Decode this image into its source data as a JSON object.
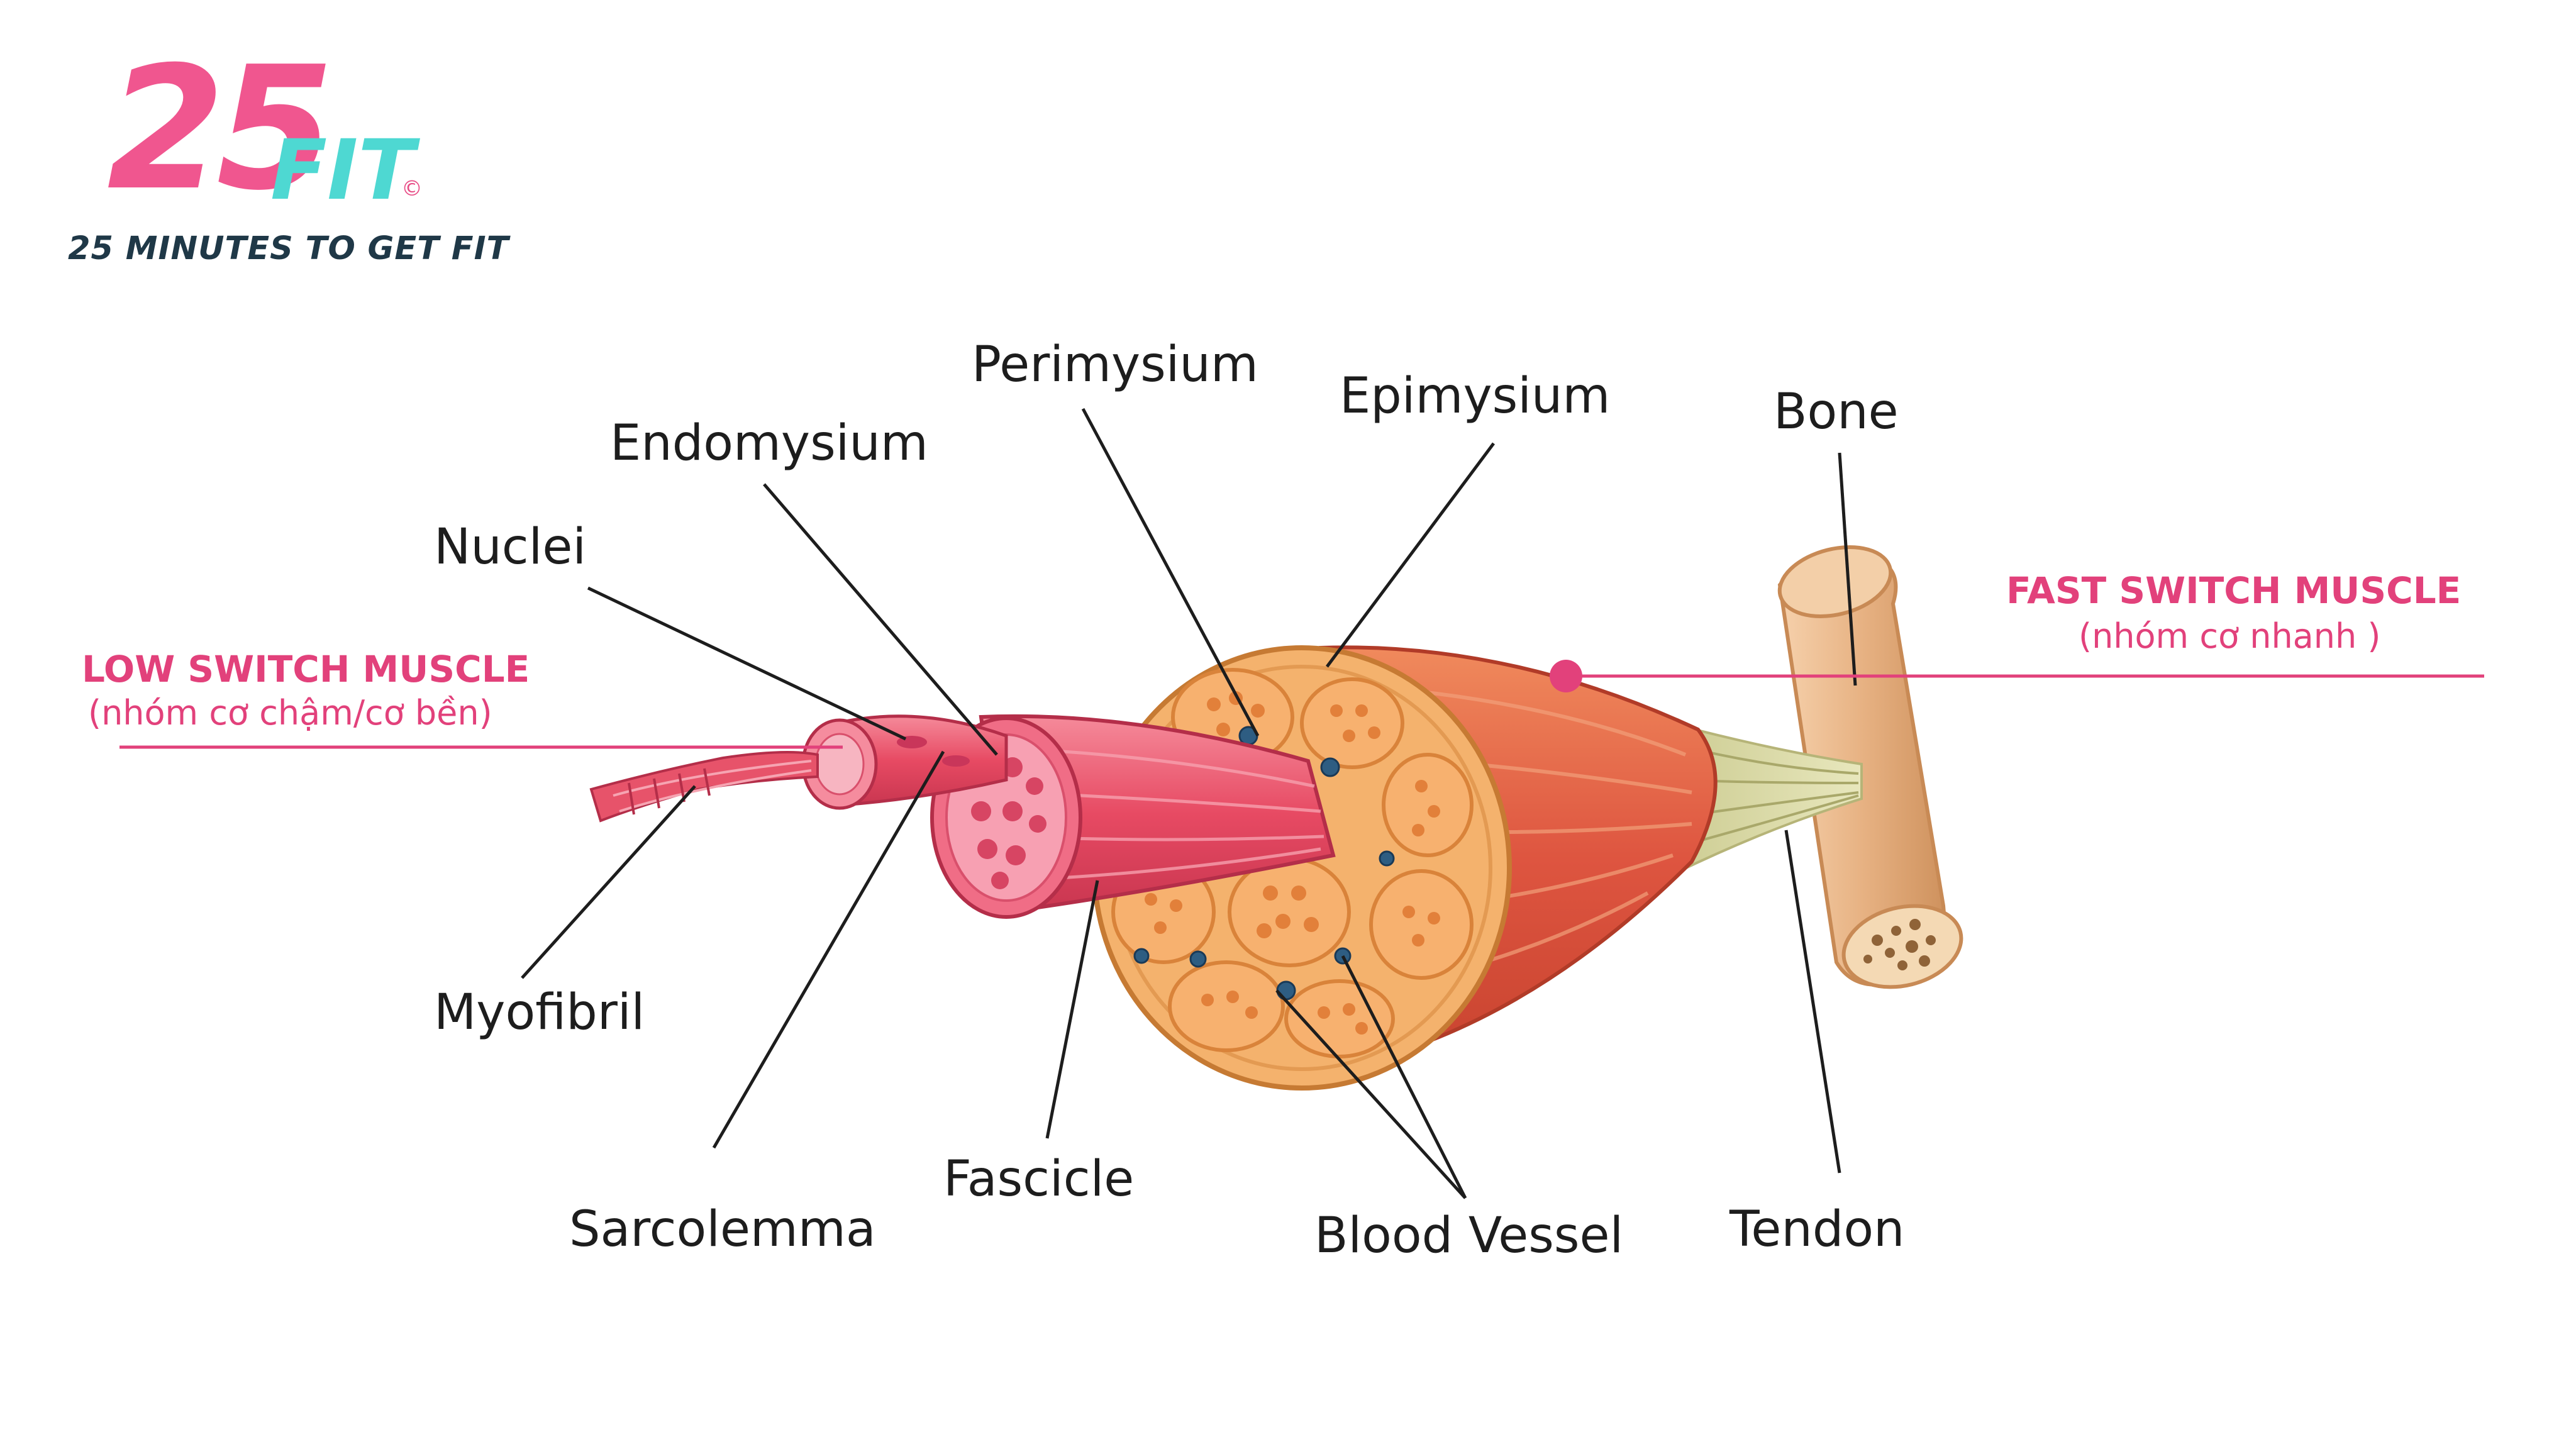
{
  "logo": {
    "number": "25",
    "word": "FIT",
    "copyright": "©",
    "tagline": "25 MINUTES TO GET FIT",
    "colors": {
      "pink": "#f0568f",
      "cyan": "#4ed8d2",
      "navy": "#1f3847"
    }
  },
  "labels": {
    "perimysium": "Perimysium",
    "epimysium": "Epimysium",
    "bone": "Bone",
    "endomysium": "Endomysium",
    "nuclei": "Nuclei",
    "myofibril": "Myofibril",
    "sarcolemma": "Sarcolemma",
    "fascicle": "Fascicle",
    "blood_vessel": "Blood Vessel",
    "tendon": "Tendon"
  },
  "callouts": {
    "slow": {
      "title": "LOW SWITCH MUSCLE",
      "subtitle": "(nhóm cơ chậm/cơ bền)"
    },
    "fast": {
      "title": "FAST SWITCH MUSCLE",
      "subtitle": "(nhóm cơ nhanh )"
    }
  },
  "colors": {
    "accent": "#e2417b",
    "muscle_red": "#e05a4a",
    "fiber_pink": "#ee5c74",
    "bone": "#e9b98d",
    "tendon": "#d8d7a4",
    "sheath": "#f1b06c"
  }
}
